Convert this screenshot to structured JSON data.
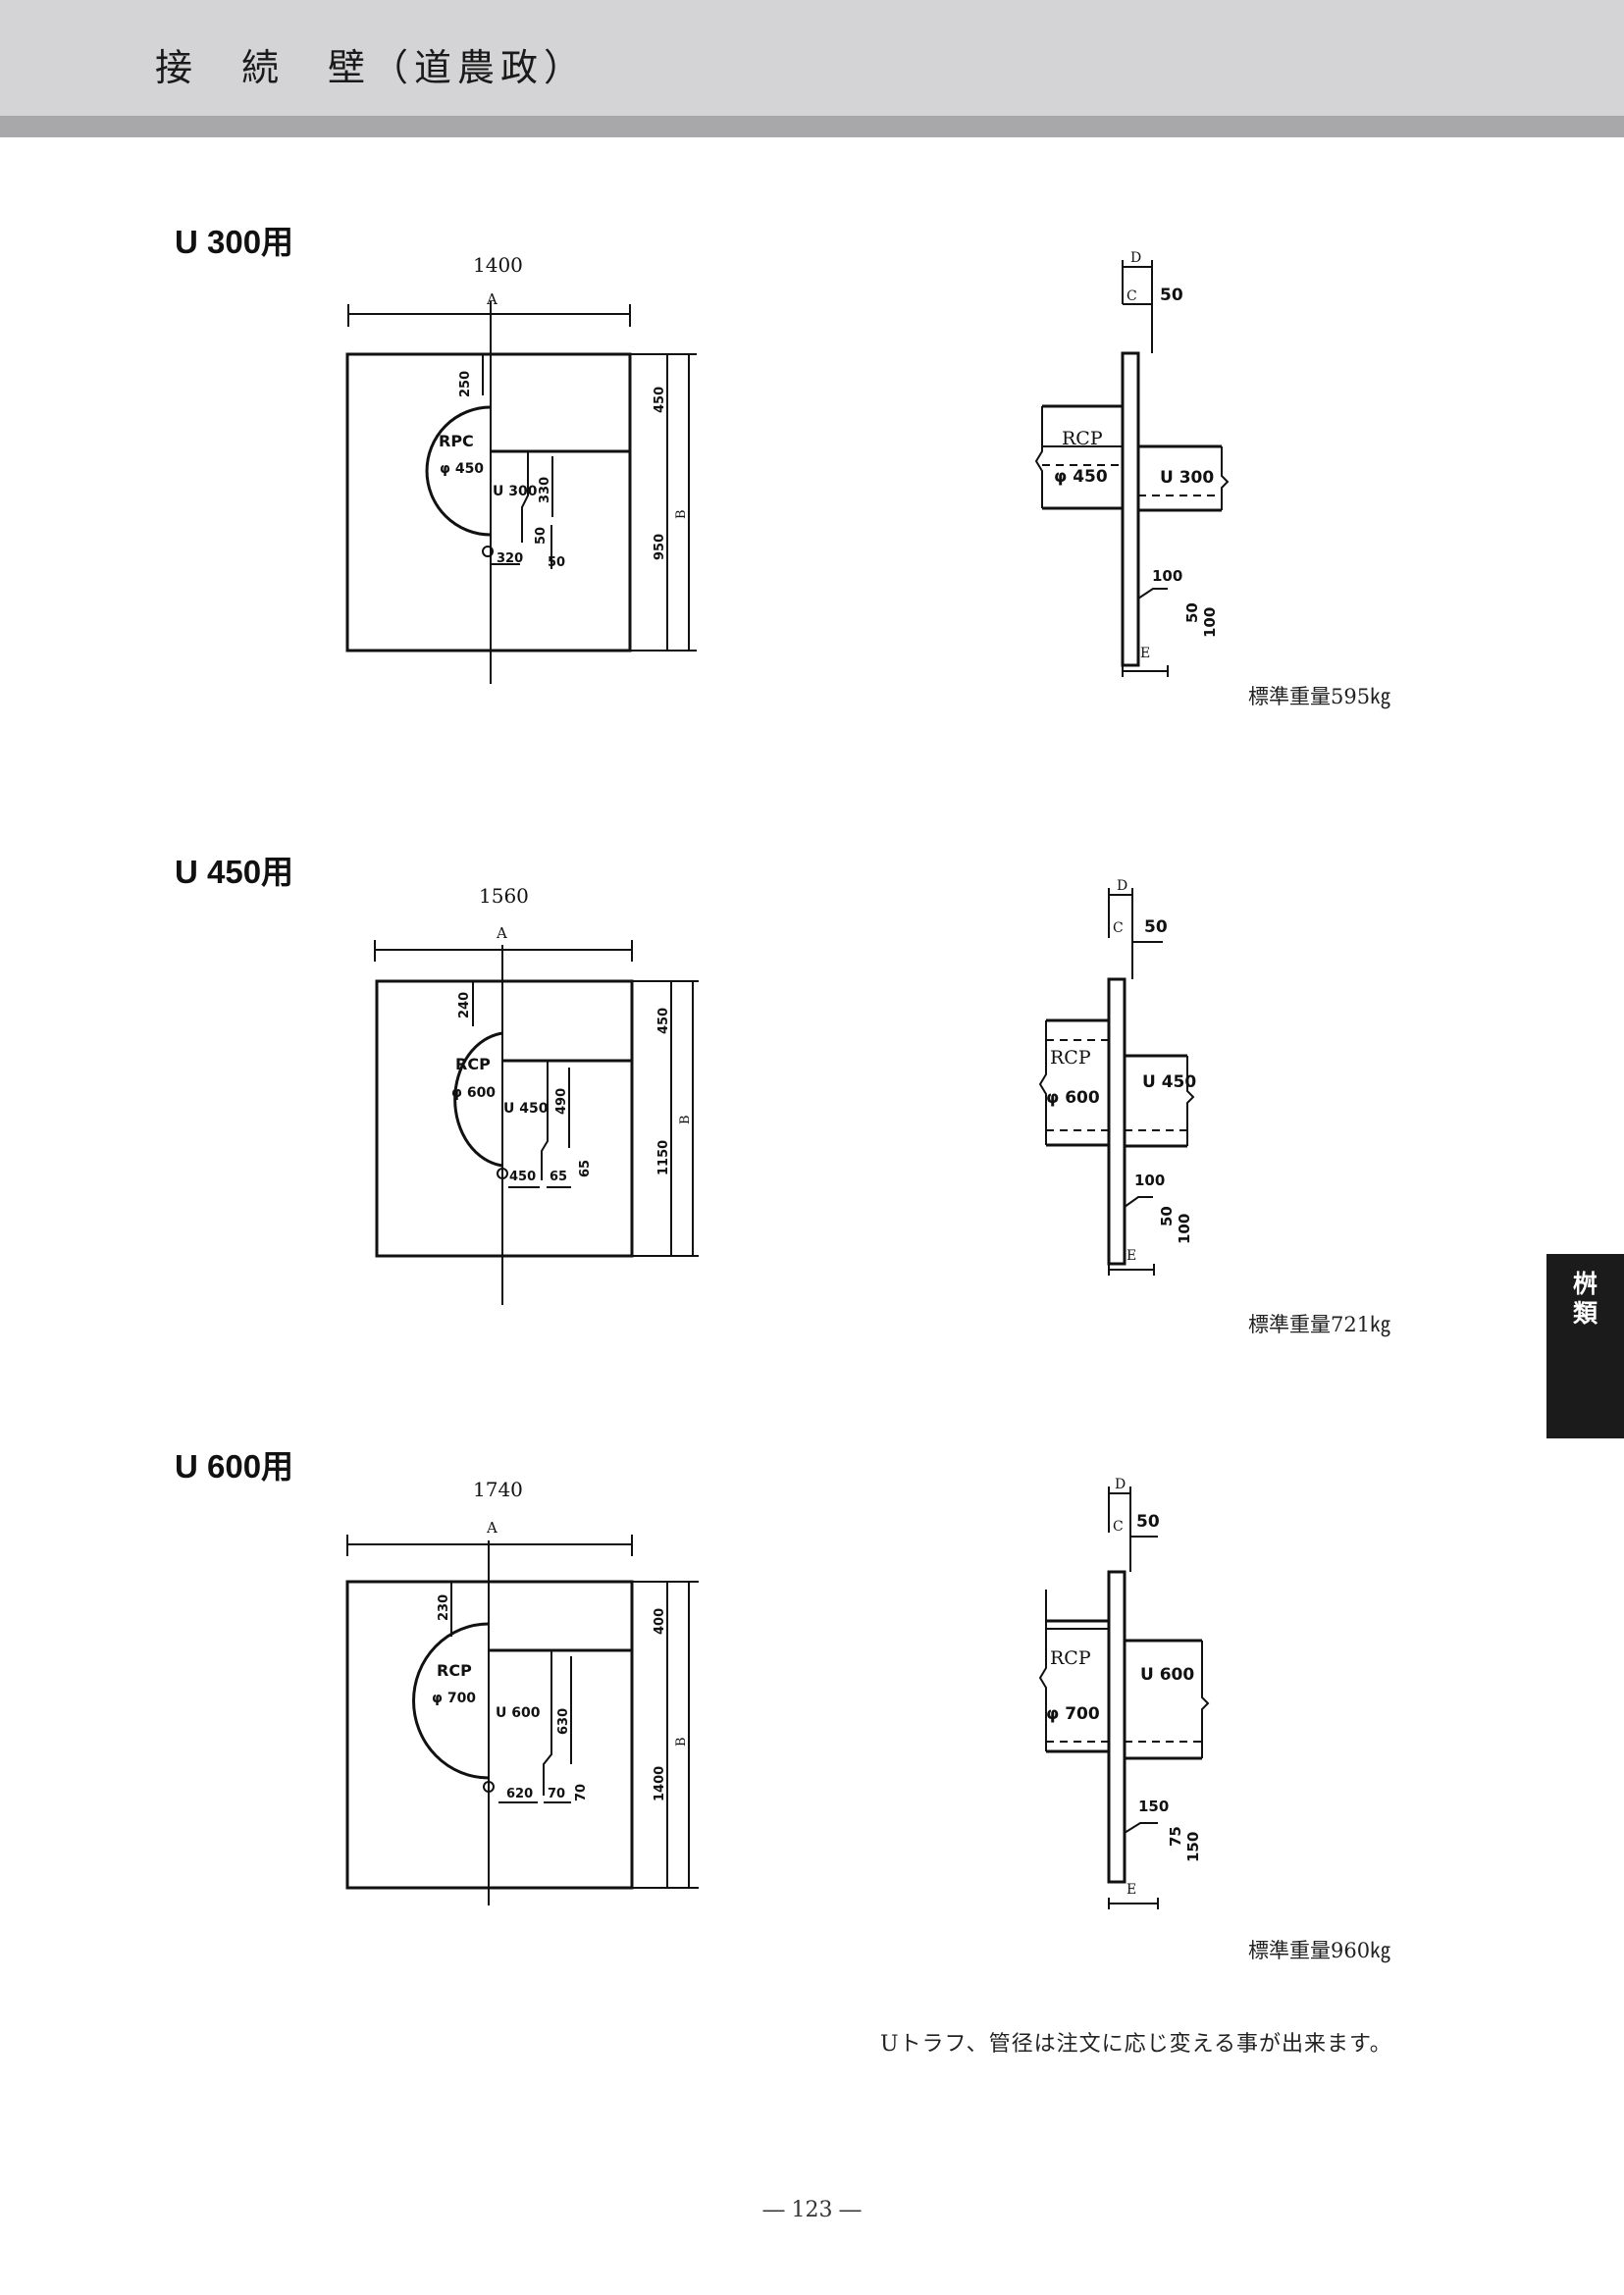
{
  "header": {
    "title": "接　続　壁（道農政）"
  },
  "side_tab": {
    "line1": "桝",
    "line2": "類"
  },
  "sections": [
    {
      "title": "U 300用",
      "weight": "標準重量595㎏",
      "width_dim": "1400",
      "labels": {
        "A": "A",
        "B": "B",
        "C": "C",
        "D": "D",
        "E": "E",
        "pipe_type": "RPC",
        "pipe_type_side": "RCP",
        "pipe_dia": "φ 450",
        "trough": "U 300",
        "d_top": "250",
        "d_upper": "450",
        "d_lower": "950",
        "d_depth": "330",
        "d_w1": "320",
        "d_v1": "50",
        "d_w2": "50",
        "side_d": "50",
        "side_s1": "100",
        "side_s2": "50",
        "side_s3": "100"
      }
    },
    {
      "title": "U 450用",
      "weight": "標準重量721㎏",
      "width_dim": "1560",
      "labels": {
        "A": "A",
        "B": "B",
        "C": "C",
        "D": "D",
        "E": "E",
        "pipe_type": "RCP",
        "pipe_type_side": "RCP",
        "pipe_dia": "φ 600",
        "trough": "U 450",
        "d_top": "240",
        "d_upper": "450",
        "d_lower": "1150",
        "d_depth": "490",
        "d_w1": "450",
        "d_w2": "65",
        "d_v1": "65",
        "side_d": "50",
        "side_s1": "100",
        "side_s2": "50",
        "side_s3": "100"
      }
    },
    {
      "title": "U 600用",
      "weight": "標準重量960㎏",
      "width_dim": "1740",
      "labels": {
        "A": "A",
        "B": "B",
        "C": "C",
        "D": "D",
        "E": "E",
        "pipe_type": "RCP",
        "pipe_type_side": "RCP",
        "pipe_dia": "φ 700",
        "trough": "U 600",
        "d_top": "230",
        "d_upper": "400",
        "d_lower": "1400",
        "d_depth": "630",
        "d_w1": "620",
        "d_w2": "70",
        "d_v1": "70",
        "side_d": "50",
        "side_s1": "150",
        "side_s2": "75",
        "side_s3": "150"
      }
    }
  ],
  "note": "Uトラフ、管径は注文に応じ変える事が出来ます。",
  "page_number": "― 123 ―"
}
